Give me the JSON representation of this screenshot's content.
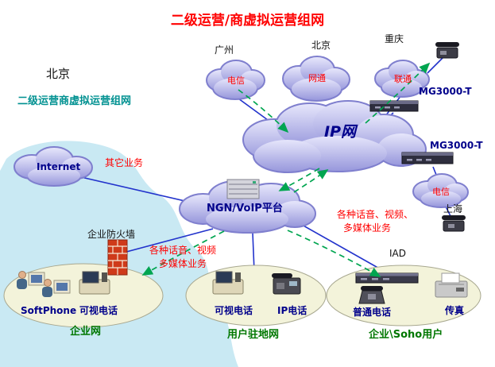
{
  "title": "二级运营/商虚拟运营组网",
  "left_header": {
    "city": "北京",
    "caption": "二级运营商虚拟运营组网"
  },
  "top_cities": {
    "guangzhou": "广州",
    "beijing": "北京",
    "chongqing": "重庆"
  },
  "shanghai": "上海",
  "clouds": {
    "guangzhou_carrier": "电信",
    "beijing_carrier": "网通",
    "chongqing_carrier": "联通",
    "shanghai_carrier": "电信",
    "ip_network": "IP网",
    "ngn_platform": "NGN/VoIP平台",
    "internet": "Internet"
  },
  "devices": {
    "mg3000_top": "MG3000-T",
    "mg3000_bottom": "MG3000-T",
    "iad": "IAD",
    "firewall": "企业防火墙"
  },
  "annotations": {
    "other_services": "其它业务",
    "services_mid_1": "各种话音、视频",
    "services_mid_2": "多媒体业务",
    "services_right_1": "各种话音、视频、",
    "services_right_2": "多媒体业务"
  },
  "terminals": {
    "softphone": "SoftPhone",
    "videophone_left": "可视电话",
    "videophone_mid": "可视电话",
    "ip_phone": "IP电话",
    "pots_phone": "普通电话",
    "fax": "传真"
  },
  "networks": {
    "enterprise": "企业网",
    "premises": "用户驻地网",
    "soho": "企业\\Soho用户"
  },
  "colors": {
    "title_red": "#ff0000",
    "teal": "#009191",
    "navy": "#00008b",
    "green": "#007700",
    "annotation_red": "#ff0000",
    "cloud_fill": "#b8b8ec",
    "zone_fill": "#f3f3da",
    "line_blue": "#2233cc",
    "arrow_green": "#00a550",
    "landmass": "#c9e9f3"
  }
}
